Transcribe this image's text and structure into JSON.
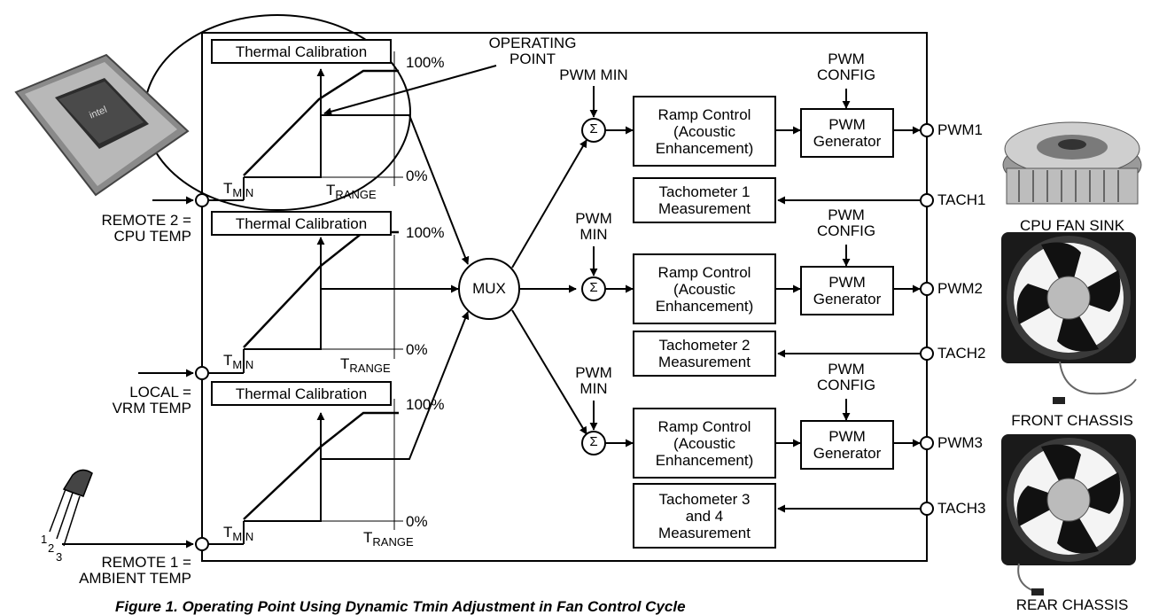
{
  "calibration": {
    "title": "Thermal Calibration",
    "pct_high": "100%",
    "pct_low": "0%",
    "t_min_base": "T",
    "t_min_sub": "MIN",
    "t_range_base": "T",
    "t_range_sub": "RANGE"
  },
  "operating_point": [
    "OPERATING",
    "POINT"
  ],
  "inputs": {
    "remote2": [
      "REMOTE 2 =",
      "CPU TEMP"
    ],
    "local": [
      "LOCAL =",
      "VRM TEMP"
    ],
    "remote1": [
      "REMOTE 1 =",
      "AMBIENT TEMP"
    ]
  },
  "transistor_pins": [
    "1",
    "2",
    "3"
  ],
  "mux": "MUX",
  "sigma": "Σ",
  "pwm_min": {
    "single": "PWM MIN",
    "line1": "PWM",
    "line2": "MIN"
  },
  "pwm_config": [
    "PWM",
    "CONFIG"
  ],
  "ramp": [
    "Ramp Control",
    "(Acoustic",
    "Enhancement)"
  ],
  "generator": [
    "PWM",
    "Generator"
  ],
  "tach_boxes": [
    [
      "Tachometer 1",
      "Measurement"
    ],
    [
      "Tachometer 2",
      "Measurement"
    ],
    [
      "Tachometer 3",
      "and 4",
      "Measurement"
    ]
  ],
  "outputs": [
    "PWM1",
    "TACH1",
    "PWM2",
    "TACH2",
    "PWM3",
    "TACH3"
  ],
  "fans": {
    "cpu": "CPU FAN SINK",
    "front": "FRONT CHASSIS",
    "rear": "REAR CHASSIS"
  },
  "caption": "Figure 1. Operating Point Using Dynamic Tmin Adjustment in Fan Control Cycle"
}
